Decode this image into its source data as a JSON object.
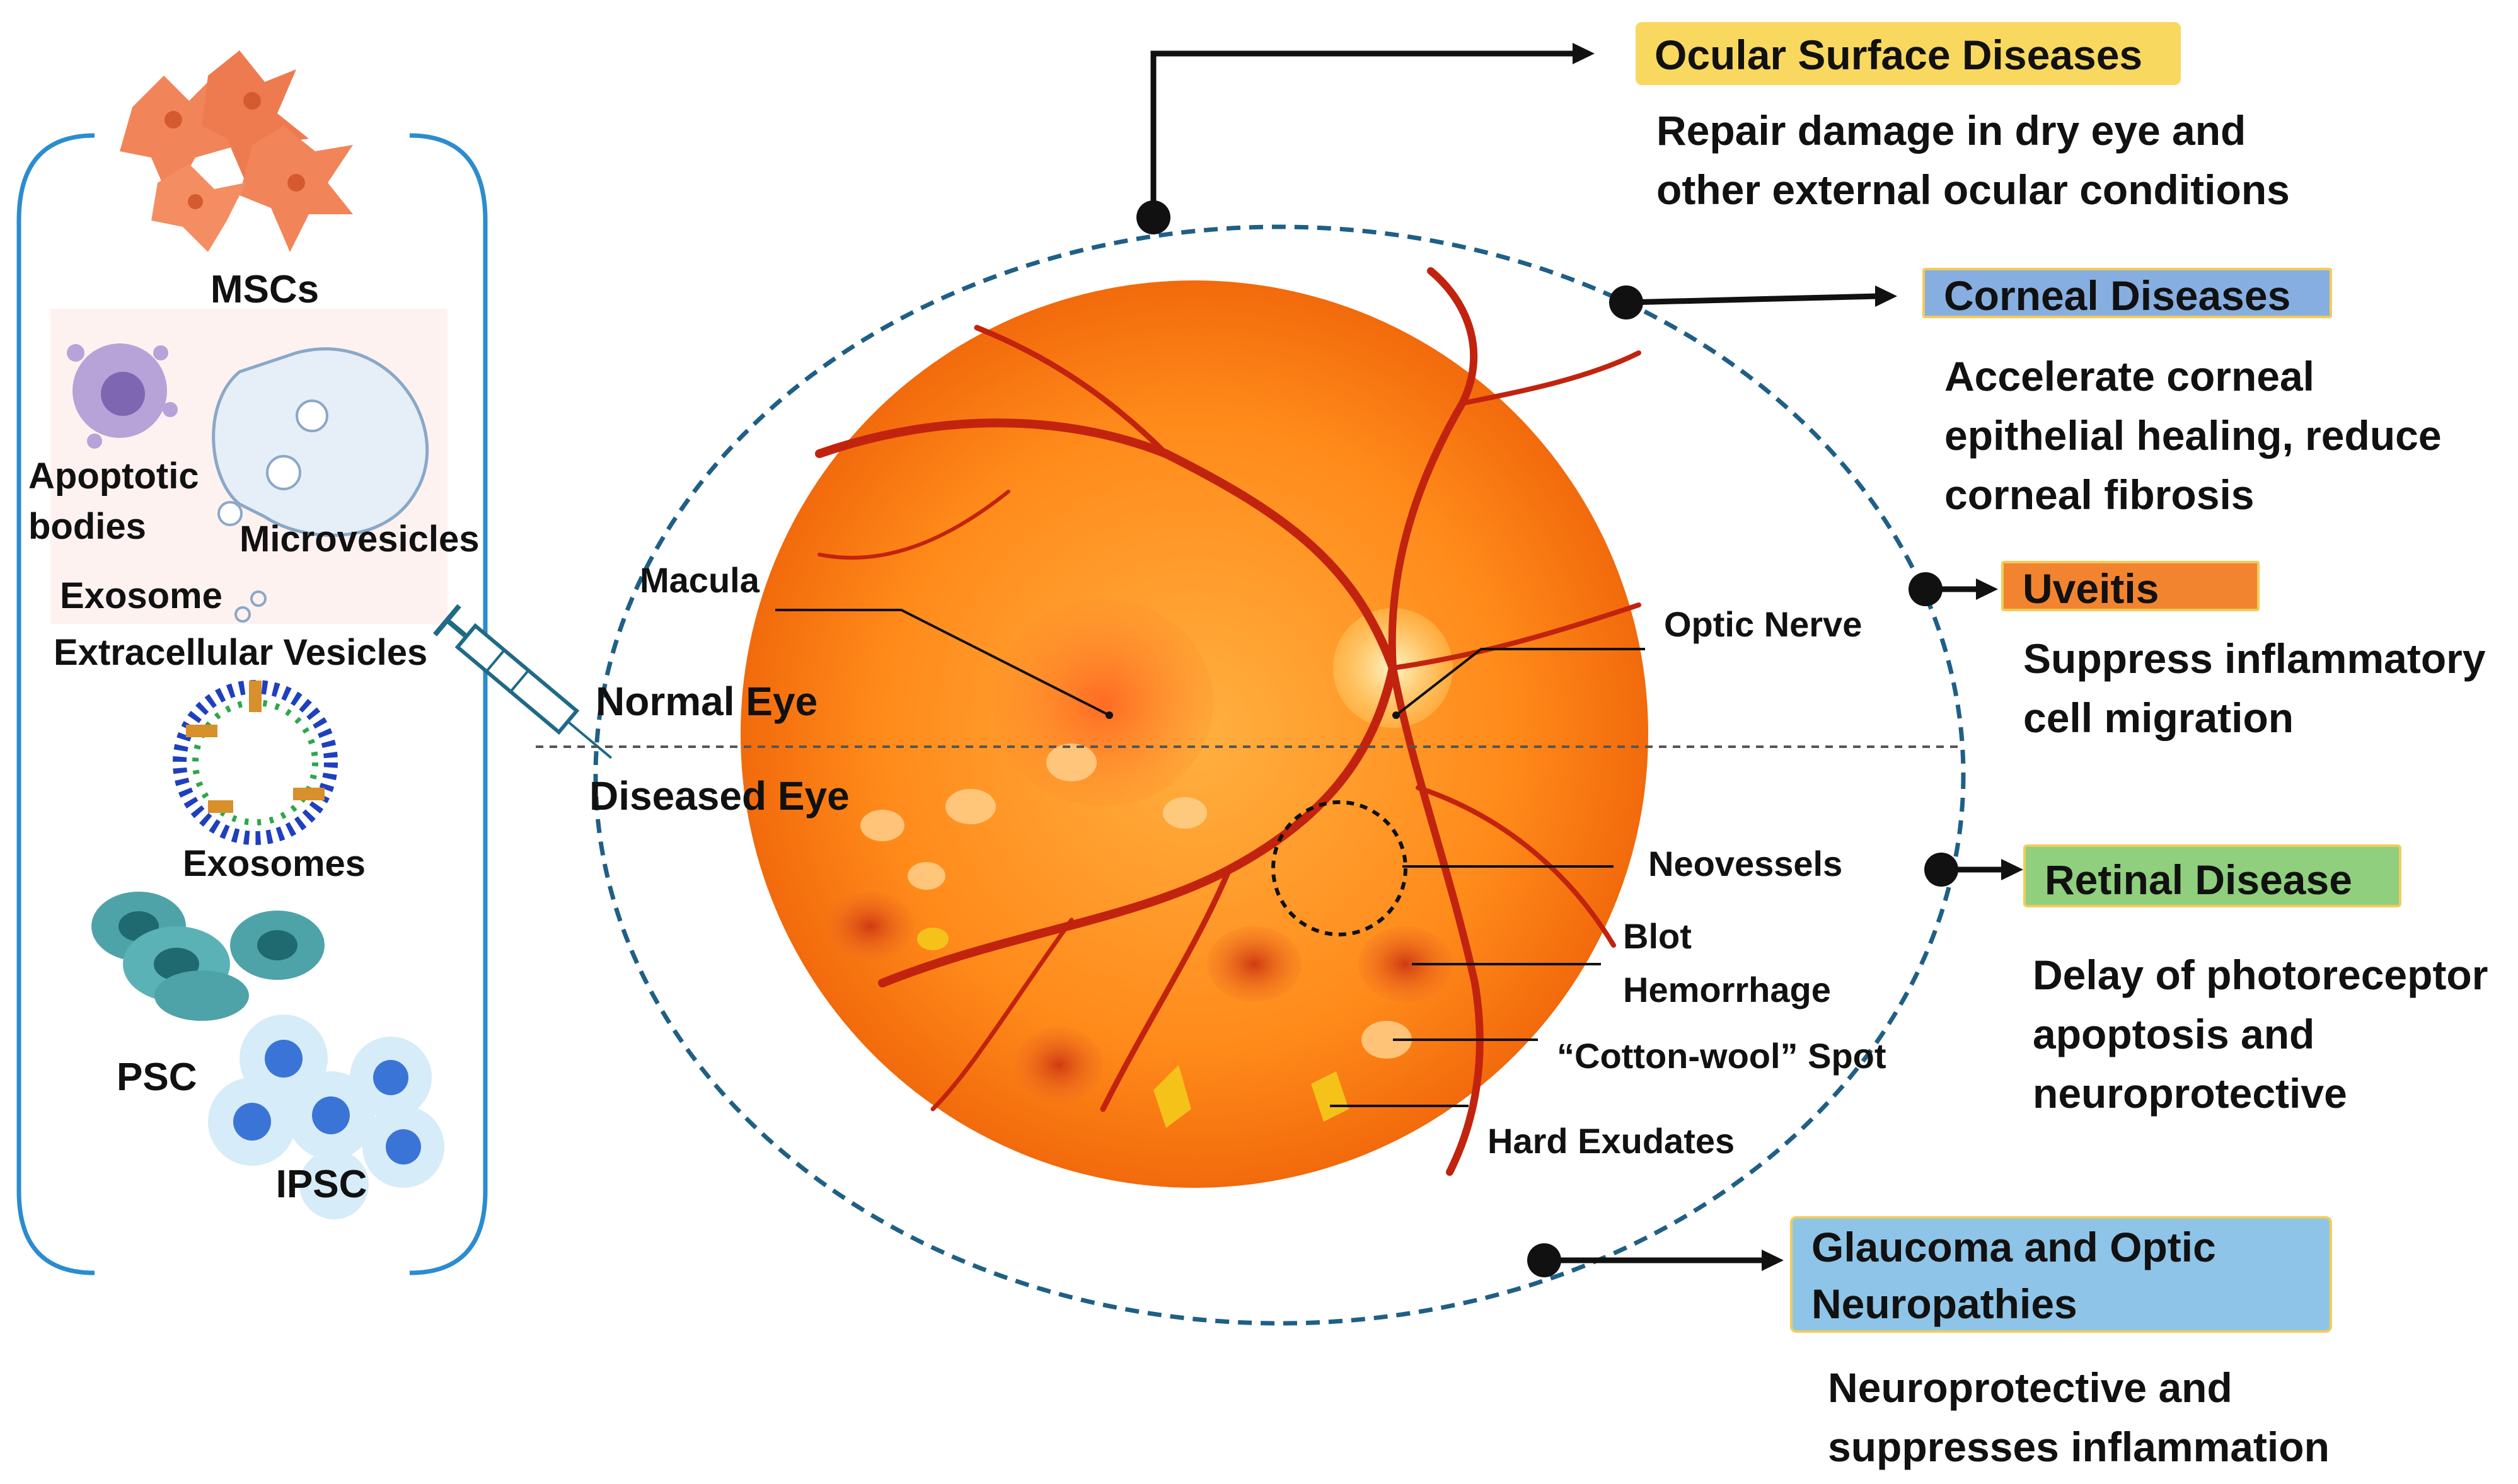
{
  "left_panel": {
    "msc_label": "MSCs",
    "apoptotic_label_line1": "Apoptotic",
    "apoptotic_label_line2": "bodies",
    "microvesicles_label": "Microvesicles",
    "exosome_label": "Exosome",
    "ev_label": "Extracellular Vesicles",
    "exosomes_label": "Exosomes",
    "psc_label": "PSC",
    "ipsc_label": "IPSC"
  },
  "eye": {
    "normal_label": "Normal Eye",
    "diseased_label": "Diseased Eye",
    "macula_label": "Macula",
    "optic_nerve_label": "Optic Nerve",
    "neovessels_label": "Neovessels",
    "blot_label_line1": "Blot",
    "blot_label_line2": "Hemorrhage",
    "cotton_label": "“Cotton-wool” Spot",
    "hard_exudates_label": "Hard Exudates"
  },
  "diseases": [
    {
      "title": "Ocular Surface Diseases",
      "color": "#f9d85f",
      "desc_line1": "Repair damage in dry eye and",
      "desc_line2": "other external ocular conditions",
      "desc_line3": ""
    },
    {
      "title": "Corneal Diseases",
      "color": "#86aee0",
      "desc_line1": "Accelerate corneal",
      "desc_line2": "epithelial healing, reduce",
      "desc_line3": "corneal fibrosis"
    },
    {
      "title": "Uveitis",
      "color": "#f28430",
      "desc_line1": "Suppress inflammatory",
      "desc_line2": "cell migration",
      "desc_line3": ""
    },
    {
      "title": "Retinal Disease",
      "color": "#8fcf7e",
      "desc_line1": "Delay of photoreceptor",
      "desc_line2": "apoptosis and",
      "desc_line3": "neuroprotective"
    },
    {
      "title_line1": "Glaucoma and Optic",
      "title_line2": "Neuropathies",
      "color": "#8ec4e8",
      "desc_line1": "Neuroprotective and",
      "desc_line2": "suppresses inflammation",
      "desc_line3": ""
    }
  ]
}
